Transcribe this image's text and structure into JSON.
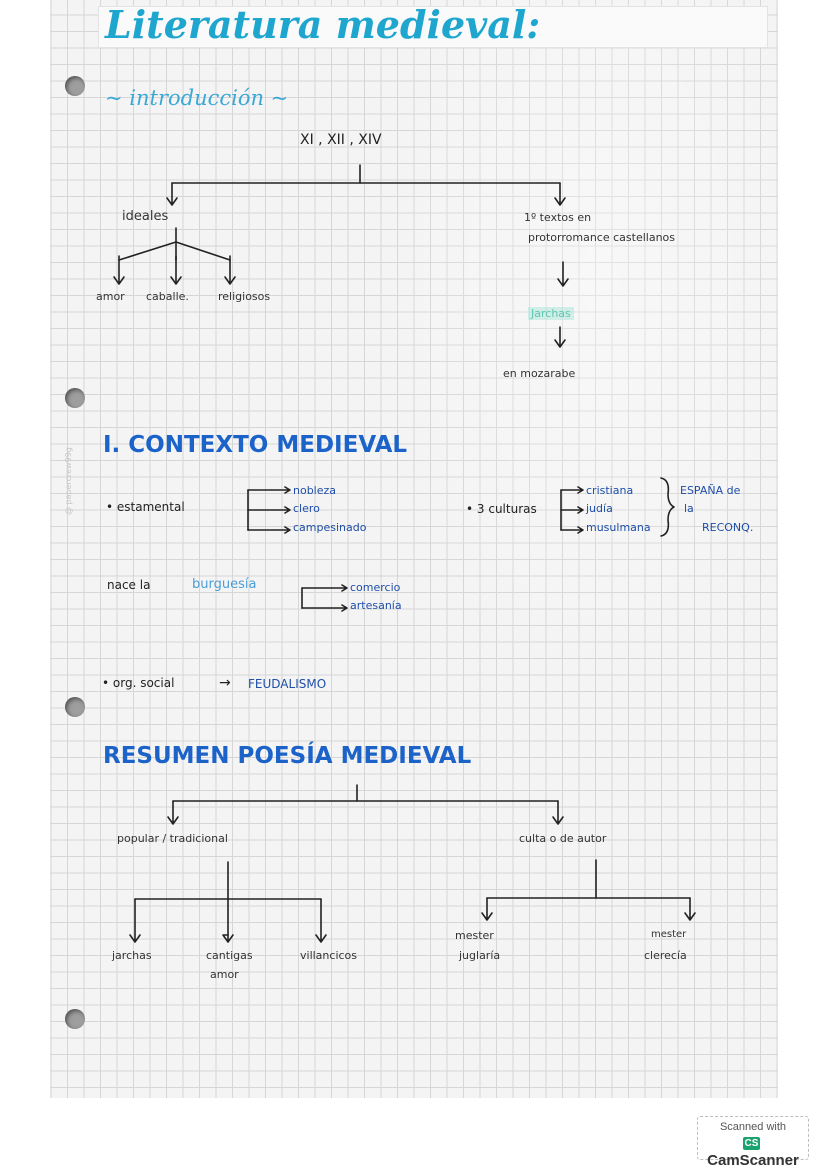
{
  "title": "Literatura medieval:",
  "intro": {
    "heading": "~ introducción ~",
    "centuries": "XI , XII , XIV",
    "ideales": {
      "label": "ideales",
      "items": [
        "amor",
        "caballe.",
        "religiosos"
      ]
    },
    "textos": {
      "line1": "1º textos en",
      "line2": "protorromance castellanos"
    },
    "jarchas": "Jarchas",
    "mozarabe": "en mozarabe"
  },
  "contexto": {
    "heading": "I. CONTEXTO MEDIEVAL",
    "estamental": {
      "label": "• estamental",
      "items": [
        "nobleza",
        "clero",
        "campesinado"
      ]
    },
    "culturas": {
      "label": "• 3 culturas",
      "items": [
        "cristiana",
        "judía",
        "musulmana"
      ],
      "note_line1": "ESPAÑA de",
      "note_line2": "la",
      "note_line3": "RECONQ."
    },
    "burguesia": {
      "prefix": "nace la",
      "highlight": "burguesía",
      "items": [
        "comercio",
        "artesanía"
      ]
    },
    "org": {
      "label": "• org. social",
      "arrow": "→",
      "value": "FEUDALISMO"
    }
  },
  "resumen": {
    "heading": "RESUMEN POESÍA MEDIEVAL",
    "popular": {
      "label": "popular / tradicional",
      "items": [
        "jarchas",
        "cantigas",
        "villancicos"
      ],
      "cantigas_line2": "amor"
    },
    "culta": {
      "label": "culta o de autor",
      "mester_juglaria_line1": "mester",
      "mester_juglaria_line2": "juglaría",
      "mester_clerecia_line1": "mester",
      "mester_clerecia_line2": "clerecía"
    }
  },
  "watermark": "@ papercrew99g",
  "scanner": {
    "line1": "Scanned with",
    "badge": "CS",
    "line2": "CamScanner"
  }
}
